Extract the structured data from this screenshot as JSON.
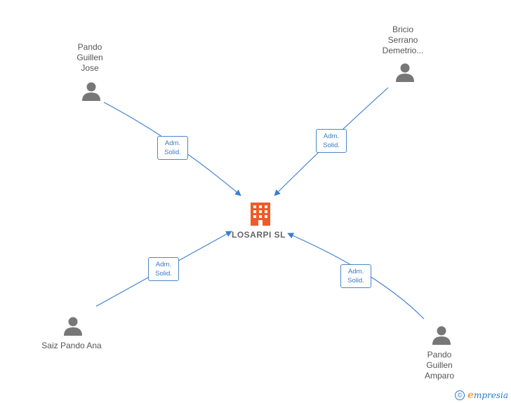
{
  "company": {
    "name": "LOSARPI  SL",
    "icon": "building-icon",
    "color": "#f05a28"
  },
  "persons": [
    {
      "id": "pando-guillen-jose",
      "label": "Pando\nGuillen\nJose"
    },
    {
      "id": "bricio-serrano",
      "label": "Bricio\nSerrano\nDemetrio..."
    },
    {
      "id": "saiz-pando-ana",
      "label": "Saiz Pando Ana"
    },
    {
      "id": "pando-guillen-amparo",
      "label": "Pando\nGuillen\nAmparo"
    }
  ],
  "relations": [
    {
      "from": "pando-guillen-jose",
      "label": "Adm.\nSolid."
    },
    {
      "from": "bricio-serrano",
      "label": "Adm.\nSolid."
    },
    {
      "from": "saiz-pando-ana",
      "label": "Adm.\nSolid."
    },
    {
      "from": "pando-guillen-amparo",
      "label": "Adm.\nSolid."
    }
  ],
  "colors": {
    "edge": "#3b7dd0",
    "person": "#777777",
    "text": "#555555"
  },
  "footer": {
    "copyright": "©",
    "brand_initial": "e",
    "brand_rest": "mpresia"
  }
}
